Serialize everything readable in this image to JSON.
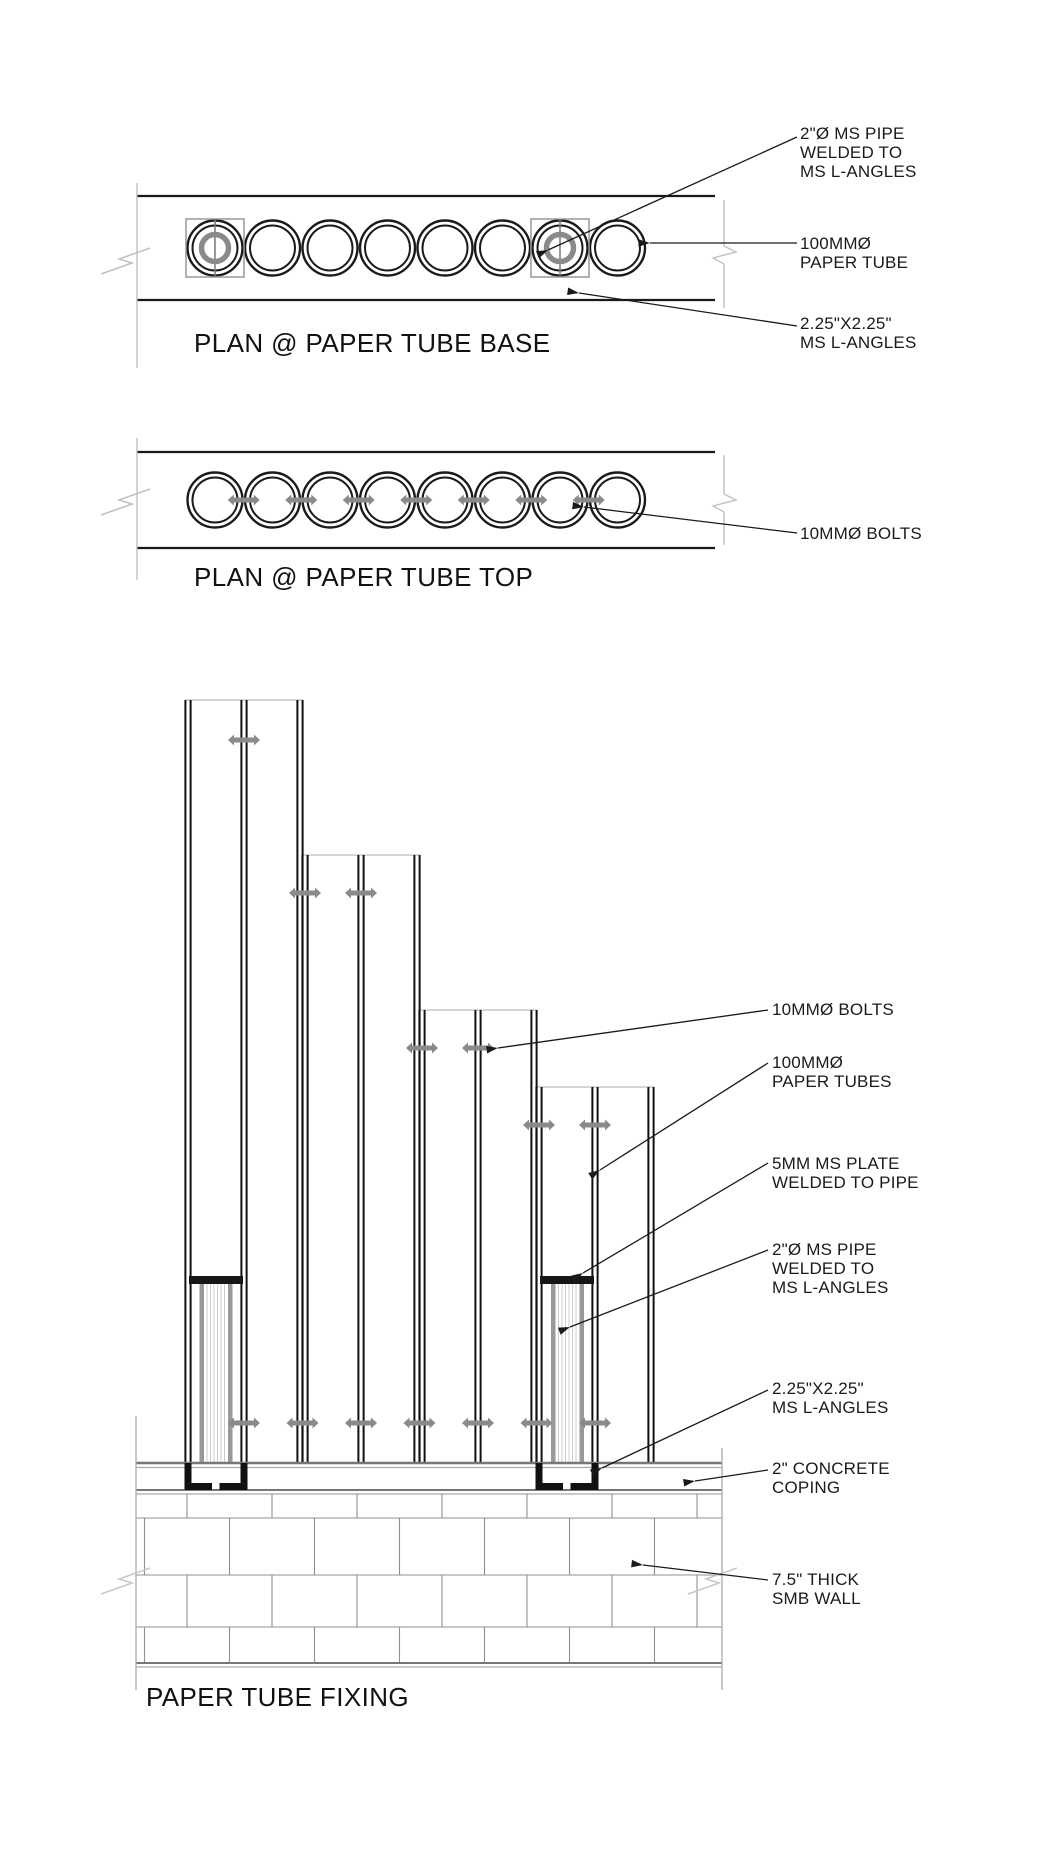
{
  "plan_base": {
    "title": "PLAN @ PAPER TUBE BASE",
    "annotations": {
      "pipe": "2\"Ø MS PIPE\nWELDED TO\nMS L-ANGLES",
      "tube": "100MMØ\nPAPER TUBE",
      "angles": "2.25\"X2.25\"\nMS L-ANGLES"
    }
  },
  "plan_top": {
    "title": "PLAN @ PAPER TUBE TOP",
    "annotations": {
      "bolts": "10MMØ BOLTS"
    }
  },
  "elevation": {
    "title": "PAPER TUBE FIXING",
    "annotations": {
      "bolts": "10MMØ BOLTS",
      "tubes": "100MMØ\nPAPER TUBES",
      "plate": "5MM MS PLATE\nWELDED TO PIPE",
      "pipe": "2\"Ø MS PIPE\nWELDED TO\nMS L-ANGLES",
      "angles": "2.25\"X2.25\"\nMS L-ANGLES",
      "coping": "2\" CONCRETE\nCOPING",
      "wall": "7.5\" THICK\nSMB WALL"
    }
  },
  "colors": {
    "line": "#1a1a1a",
    "bolt_gray": "#8a8a8a",
    "aux_gray": "#aaaaaa",
    "hatch_gray": "#cccccc"
  }
}
